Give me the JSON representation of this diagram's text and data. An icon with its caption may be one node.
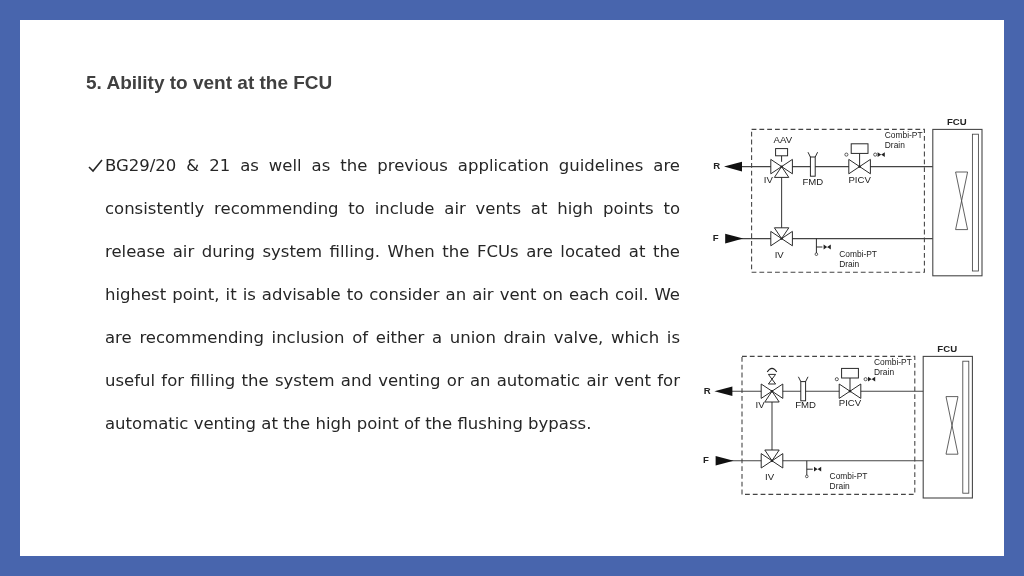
{
  "diagram": {
    "title": "5. Ability to vent at the FCU",
    "labels": [
      "BG29/20 & 21 as well as the previous application guidelines are consistently recommending to include air vents at high points to release air during system filling. When the FCUs are located at the highest point, it is advisable to consider an air vent on each coil. We are recommending inclusion of either a union drain valve, which is useful for filling the system and venting or an automatic air vent for automatic venting at the high point of the flushing bypass.",
      "FCU",
      "Combi-PT Drain",
      "AAV",
      "R",
      "IV",
      "FMD",
      "PICV",
      "F",
      "IV",
      "Combi-PT Drain",
      "FCU",
      "Combi-PT Drain",
      "R",
      "IV",
      "FMD",
      "PICV",
      "F",
      "IV",
      "Combi-PT Drain"
    ]
  }
}
